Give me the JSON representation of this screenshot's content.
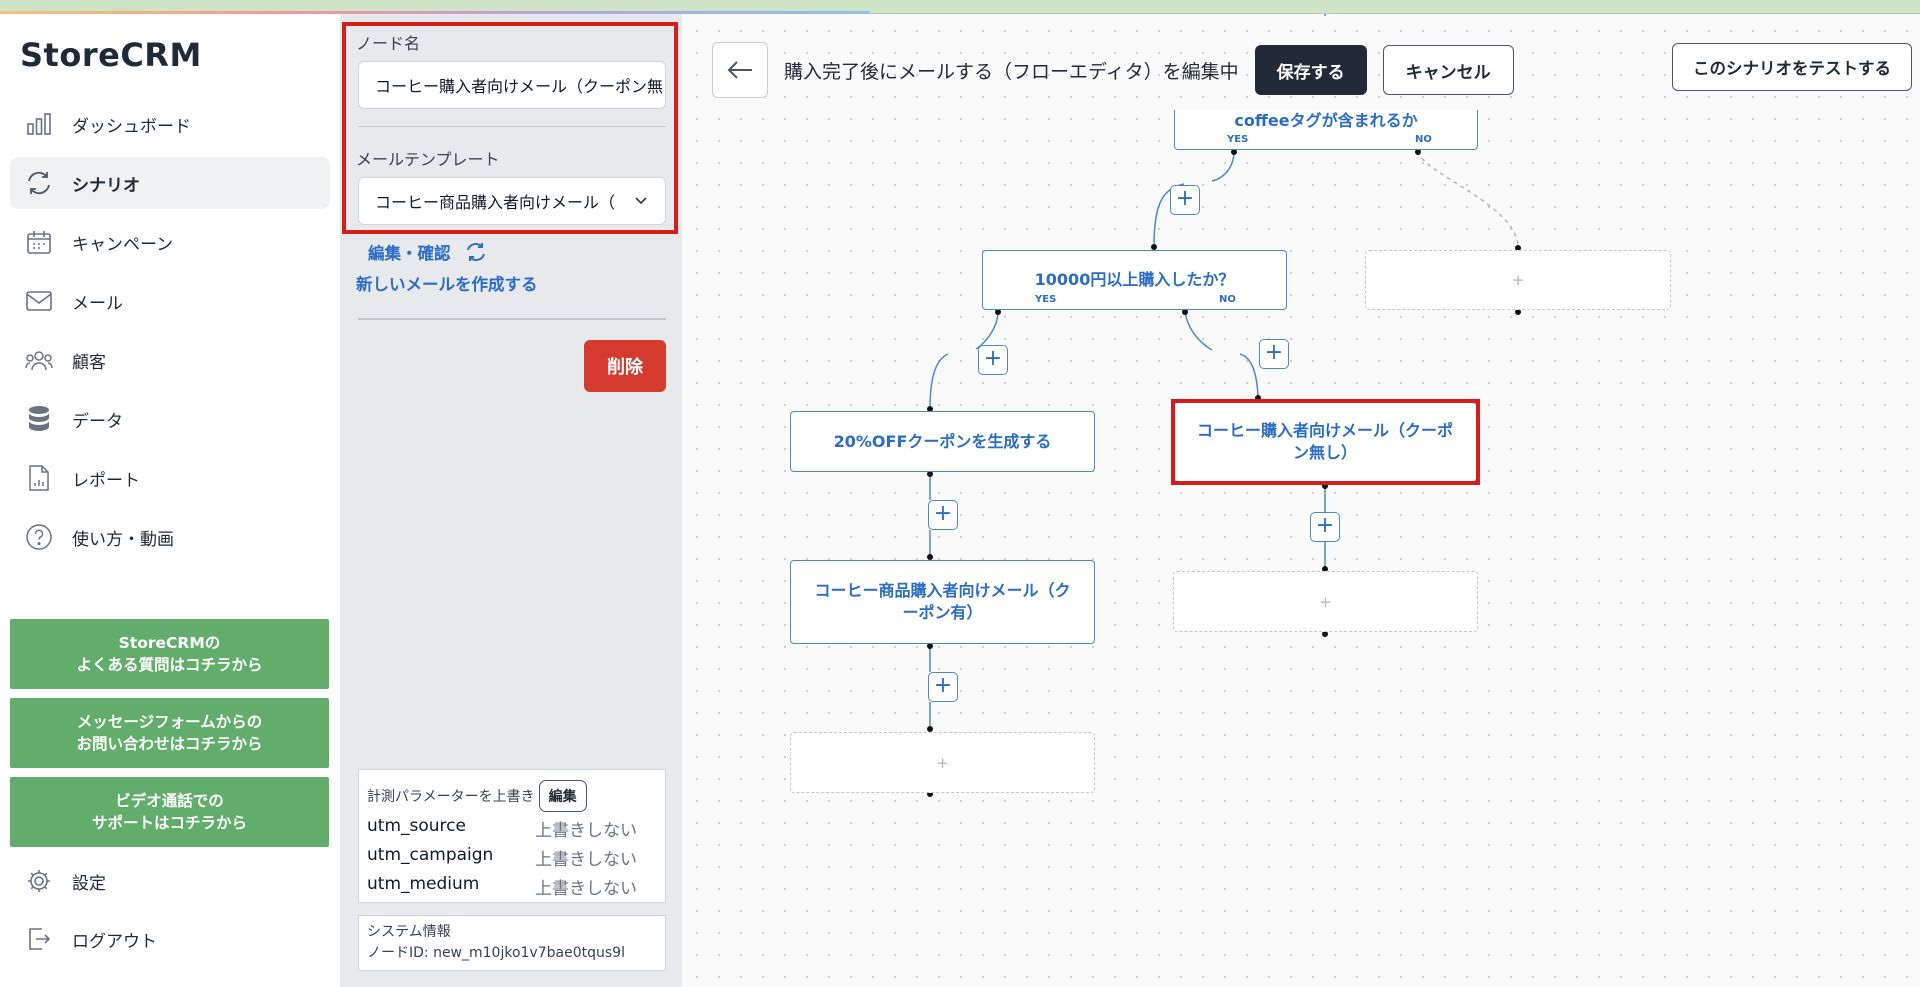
{
  "app": {
    "logo": "StoreCRM"
  },
  "sidebar": {
    "items": [
      {
        "label": "ダッシュボード",
        "icon": "bar-chart-icon"
      },
      {
        "label": "シナリオ",
        "icon": "refresh-cycle-icon",
        "active": true
      },
      {
        "label": "キャンペーン",
        "icon": "calendar-icon"
      },
      {
        "label": "メール",
        "icon": "mail-icon"
      },
      {
        "label": "顧客",
        "icon": "users-icon"
      },
      {
        "label": "データ",
        "icon": "database-icon"
      },
      {
        "label": "レポート",
        "icon": "report-file-icon"
      },
      {
        "label": "使い方・動画",
        "icon": "help-circle-icon"
      }
    ],
    "help_buttons": [
      {
        "label": "StoreCRMの\nよくある質問はコチラから"
      },
      {
        "label": "メッセージフォームからの\nお問い合わせはコチラから"
      },
      {
        "label": "ビデオ通話での\nサポートはコチラから"
      }
    ],
    "settings_label": "設定",
    "logout_label": "ログアウト",
    "active_color": "#f0f1f3",
    "help_color": "#62ad6b"
  },
  "panel": {
    "node_name_label": "ノード名",
    "node_name_value": "コーヒー購入者向けメール（クーポン無",
    "template_label": "メールテンプレート",
    "template_value": "コーヒー商品購入者向けメール（",
    "edit_confirm_label": "編集・確認",
    "new_mail_label": "新しいメールを作成する",
    "delete_label": "削除",
    "utm": {
      "header": "計測パラメーターを上書き",
      "edit_label": "編集",
      "rows": [
        {
          "key": "utm_source",
          "value": "上書きしない"
        },
        {
          "key": "utm_campaign",
          "value": "上書きしない"
        },
        {
          "key": "utm_medium",
          "value": "上書きしない"
        }
      ]
    },
    "system": {
      "title": "システム情報",
      "node_id": "ノードID: new_m10jko1v7bae0tqus9l"
    },
    "highlight_color": "#d61d1d"
  },
  "toolbar": {
    "editing_title": "購入完了後にメールする（フローエディタ）を編集中",
    "save_label": "保存する",
    "cancel_label": "キャンセル",
    "test_label": "このシナリオをテストする"
  },
  "flow": {
    "nodes": {
      "coffee_tag": {
        "label": "coffeeタグが含まれるか",
        "yes": "YES",
        "no": "NO"
      },
      "amount_check": {
        "label": "10000円以上購入したか？",
        "yes": "YES",
        "no": "NO"
      },
      "coupon": {
        "label": "20%OFFクーポンを生成する"
      },
      "mail_no_coupon": {
        "label": "コーヒー購入者向けメール（クーポン無し）",
        "selected": true
      },
      "mail_with_coupon": {
        "label": "コーヒー商品購入者向けメール（クーポン有）"
      },
      "empty_placeholder": "+"
    },
    "plus_symbol": "+",
    "accent_color": "#2b6cc4"
  }
}
